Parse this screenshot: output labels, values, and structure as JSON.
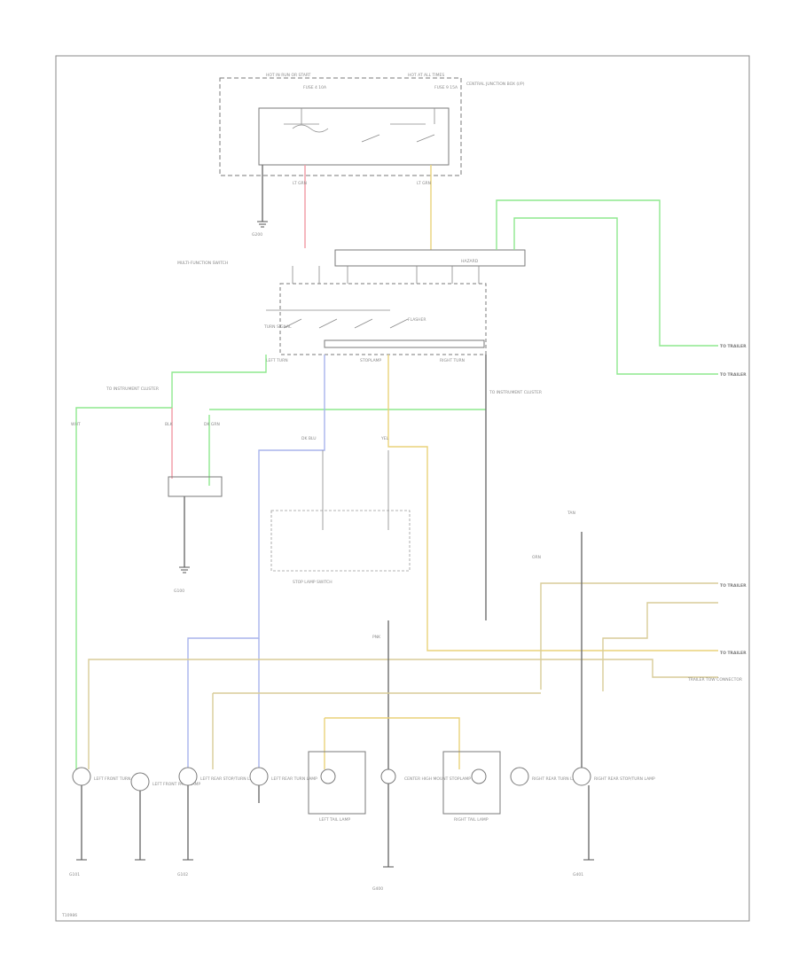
{
  "labels": {
    "hot_run_start": "HOT IN RUN OR START",
    "hot_at_all_times": "HOT AT ALL TIMES",
    "central_junction": "CENTRAL JUNCTION BOX (I/P)",
    "fuse_left": "FUSE 4 10A",
    "fuse_right": "FUSE 9 15A",
    "ground_left": "G200",
    "multifunction_switch": "MULTI-FUNCTION SWITCH",
    "turn_signal": "TURN SIGNAL",
    "hazard": "HAZARD",
    "flasher": "FLASHER",
    "left_turn": "LEFT TURN",
    "right_turn": "RIGHT TURN",
    "stop_lamp_switch": "STOP LAMP SWITCH",
    "stoplamp": "STOPLAMP",
    "to_instrument_cluster_1": "TO INSTRUMENT CLUSTER",
    "to_instrument_cluster_2": "TO INSTRUMENT CLUSTER",
    "to_trailer_1": "TO TRAILER",
    "to_trailer_2": "TO TRAILER",
    "to_trailer_3": "TO TRAILER",
    "to_trailer_4": "TO TRAILER",
    "trailer_tow_connector": "TRAILER TOW CONNECTOR",
    "left_front_turn": "LEFT FRONT TURN LAMP",
    "left_front_park": "LEFT FRONT PARK LAMP",
    "left_rear_stop": "LEFT REAR STOP/TURN LAMP",
    "left_rear_turn": "LEFT REAR TURN LAMP",
    "left_tail": "LEFT TAIL LAMP",
    "center_high_mount": "CENTER HIGH MOUNT STOPLAMP",
    "right_tail": "RIGHT TAIL LAMP",
    "right_rear_turn": "RIGHT REAR TURN LAMP",
    "right_rear_stop": "RIGHT REAR STOP/TURN LAMP",
    "ground_1": "G100",
    "ground_2": "G101",
    "ground_3": "G102",
    "ground_4": "G400",
    "ground_5": "G401",
    "page_id": "T10986"
  },
  "tags": {
    "t1": "LT GRN",
    "t2": "LT GRN",
    "t3": "DK BLU",
    "t4": "YEL",
    "t5": "WHT",
    "t6": "BLK",
    "t7": "DK GRN",
    "t8": "PNK",
    "t9": "ORN",
    "t10": "TAN"
  }
}
